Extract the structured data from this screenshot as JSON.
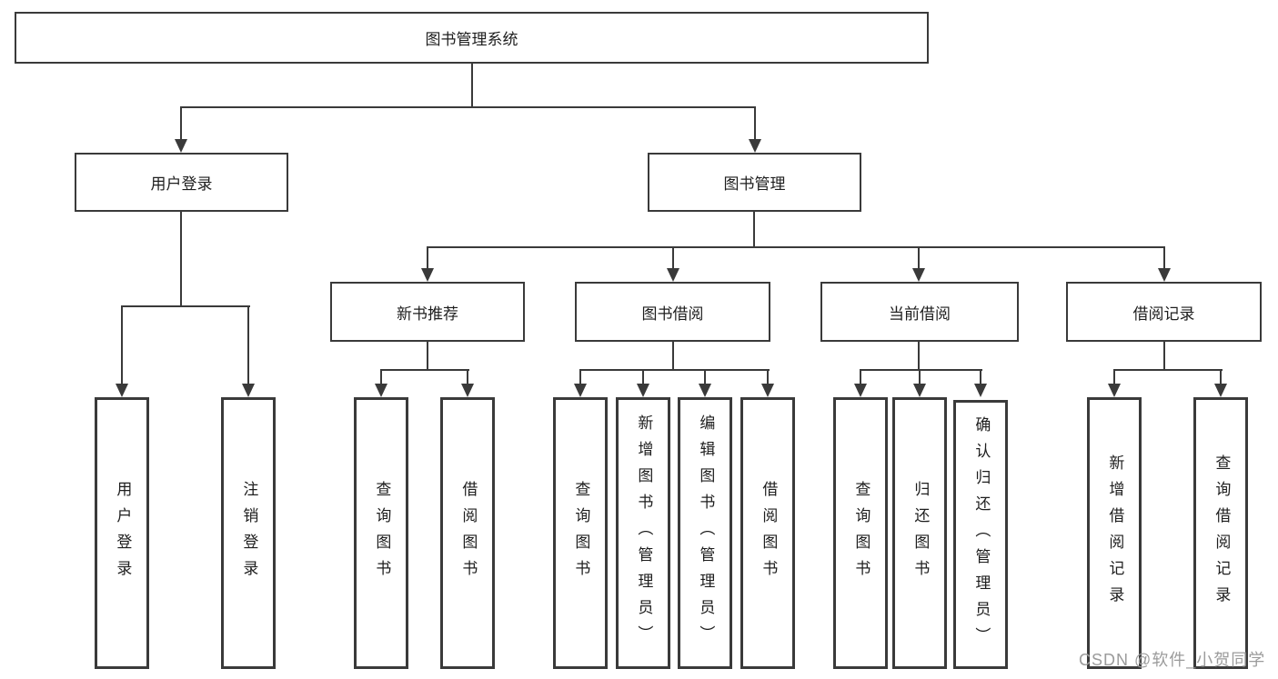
{
  "diagram": {
    "tree": {
      "label": "图书管理系统",
      "children": [
        {
          "label": "用户登录",
          "children": [
            {
              "label": "用户登录"
            },
            {
              "label": "注销登录"
            }
          ]
        },
        {
          "label": "图书管理",
          "children": [
            {
              "label": "新书推荐",
              "children": [
                {
                  "label": "查询图书"
                },
                {
                  "label": "借阅图书"
                }
              ]
            },
            {
              "label": "图书借阅",
              "children": [
                {
                  "label": "查询图书"
                },
                {
                  "label": "新增图书（管理员）"
                },
                {
                  "label": "编辑图书（管理员）"
                },
                {
                  "label": "借阅图书"
                }
              ]
            },
            {
              "label": "当前借阅",
              "children": [
                {
                  "label": "查询图书"
                },
                {
                  "label": "归还图书"
                },
                {
                  "label": "确认归还（管理员）"
                }
              ]
            },
            {
              "label": "借阅记录",
              "children": [
                {
                  "label": "新增借阅记录"
                },
                {
                  "label": "查询借阅记录"
                }
              ]
            }
          ]
        }
      ]
    },
    "colors": {
      "line": "#3a3a3a",
      "text": "#1e1e1e",
      "watermark": "#9b9b9b",
      "background": "#ffffff"
    }
  },
  "watermark": {
    "text": "CSDN @软件_小贺同学"
  }
}
